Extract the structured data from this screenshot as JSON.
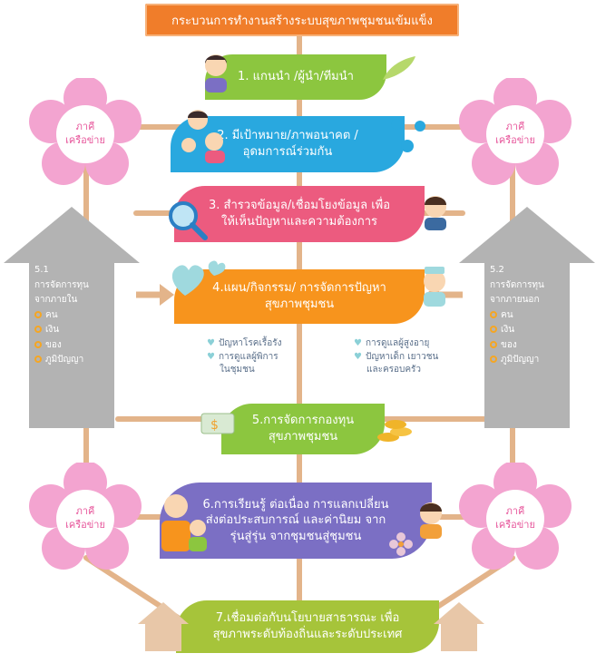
{
  "title": "กระบวนการทำงานสร้างระบบสุขภาพชุมชนเข้มแข็ง",
  "steps": [
    {
      "text": "1. แกนนำ /ผู้นำ/ทีมนำ",
      "color": "#8cc63f"
    },
    {
      "text": "2. มีเป้าหมาย/ภาพอนาคต /อุดมการณ์ร่วมกัน",
      "color": "#29a8df"
    },
    {
      "text": "3. สำรวจข้อมูล/เชื่อมโยงข้อมูล เพื่อให้เห็นปัญหาและความต้องการ",
      "color": "#ec5b7f"
    },
    {
      "text": "4.แผน/กิจกรรม/ การจัดการปัญหาสุขภาพชุมชน",
      "color": "#f7941d"
    },
    {
      "text": "5.การจัดการกองทุน สุขภาพชุมชน",
      "color": "#8cc63f"
    },
    {
      "text": "6.การเรียนรู้ ต่อเนื่อง การแลกเปลี่ยน ส่งต่อประสบการณ์ และค่านิยม จากรุ่นสู่รุ่น จากชุมชนสู่ชุมชน",
      "color": "#7b6fc4"
    },
    {
      "text": "7.เชื่อมต่อกับนโยบายสาธารณะ เพื่อสุขภาพระดับท้องถิ่นและระดับประเทศ",
      "color": "#a6c43a"
    }
  ],
  "network_label_1": "ภาคี",
  "network_label_2": "เครือข่าย",
  "left_house": {
    "number": "5.1",
    "line1": "การจัดการทุน",
    "line2": "จากภายใน",
    "items": [
      "คน",
      "เงิน",
      "ของ",
      "ภูมิปัญญา"
    ]
  },
  "right_house": {
    "number": "5.2",
    "line1": "การจัดการทุน",
    "line2": "จากภายนอก",
    "items": [
      "คน",
      "เงิน",
      "ของ",
      "ภูมิปัญญา"
    ]
  },
  "sub_items_left": [
    {
      "text": "ปัญหาโรคเรื้อรัง"
    },
    {
      "text": "การดูแลผู้พิการ"
    },
    {
      "text": "ในชุมชน"
    }
  ],
  "sub_items_right": [
    {
      "text": "การดูแลผู้สูงอายุ"
    },
    {
      "text": "ปัญหาเด็ก เยาวชน"
    },
    {
      "text": "และครอบครัว"
    }
  ],
  "colors": {
    "orange_line": "#e3b48a",
    "pink_flower": "#f3a4d0",
    "flower_center": "#ffffff",
    "house_gray": "#b3b3b3",
    "building_tan": "#e8c7a8"
  },
  "icons": [
    "leaf-icon",
    "star-flower-icon",
    "magnifier-icon",
    "heart-icon",
    "money-icon",
    "coins-icon",
    "house-icon",
    "flower-icon"
  ]
}
